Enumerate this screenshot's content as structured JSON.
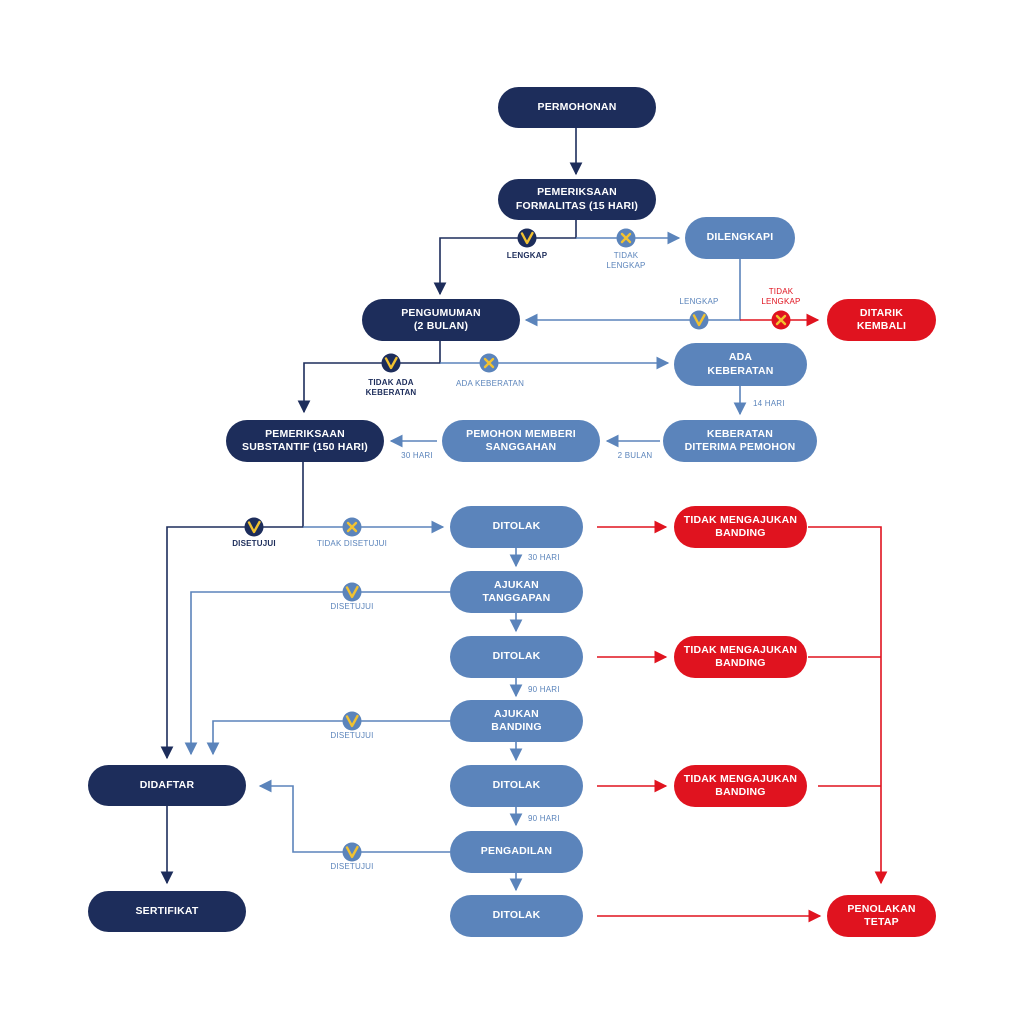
{
  "colors": {
    "dark": "#1d2d5b",
    "light": "#5b84bb",
    "red": "#e0131f",
    "check": "#f2c230"
  },
  "icons": {
    "approve": "check-icon",
    "reject": "cross-icon"
  },
  "nodes": {
    "permohonan": "PERMOHONAN",
    "pemeriksaan_formalitas": "PEMERIKSAAN\nFORMALITAS (15 HARI)",
    "dilengkapi": "DILENGKAPI",
    "pengumuman": "PENGUMUMAN\n(2 BULAN)",
    "ditarik_kembali": "DITARIK\nKEMBALI",
    "ada_keberatan": "ADA\nKEBERATAN",
    "pemeriksaan_substantif": "PEMERIKSAAN\nSUBSTANTIF (150 HARI)",
    "pemohon_memberi_sanggahan": "PEMOHON MEMBERI\nSANGGAHAN",
    "keberatan_diterima": "KEBERATAN\nDITERIMA PEMOHON",
    "ditolak_1": "DITOLAK",
    "tidak_banding_1": "TIDAK MENGAJUKAN\nBANDING",
    "ajukan_tanggapan": "AJUKAN\nTANGGAPAN",
    "ditolak_2": "DITOLAK",
    "tidak_banding_2": "TIDAK MENGAJUKAN\nBANDING",
    "ajukan_banding": "AJUKAN\nBANDING",
    "didaftar": "DIDAFTAR",
    "ditolak_3": "DITOLAK",
    "tidak_banding_3": "TIDAK MENGAJUKAN\nBANDING",
    "pengadilan": "PENGADILAN",
    "sertifikat": "SERTIFIKAT",
    "ditolak_4": "DITOLAK",
    "penolakan_tetap": "PENOLAKAN\nTETAP"
  },
  "labels": {
    "lengkap_1": "LENGKAP",
    "tidak_lengkap_1": "TIDAK\nLENGKAP",
    "lengkap_2": "LENGKAP",
    "tidak_lengkap_2": "TIDAK\nLENGKAP",
    "tidak_ada_keberatan": "TIDAK ADA\nKEBERATAN",
    "ada_keberatan": "ADA KEBERATAN",
    "hari_14": "14 HARI",
    "hari_30_a": "30 HARI",
    "bulan_2": "2 BULAN",
    "disetujui_1": "DISETUJUI",
    "tidak_disetujui": "TIDAK DISETUJUI",
    "hari_30_b": "30 HARI",
    "disetujui_2": "DISETUJUI",
    "hari_90_a": "90 HARI",
    "disetujui_3": "DISETUJUI",
    "hari_90_b": "90 HARI",
    "disetujui_4": "DISETUJUI"
  }
}
